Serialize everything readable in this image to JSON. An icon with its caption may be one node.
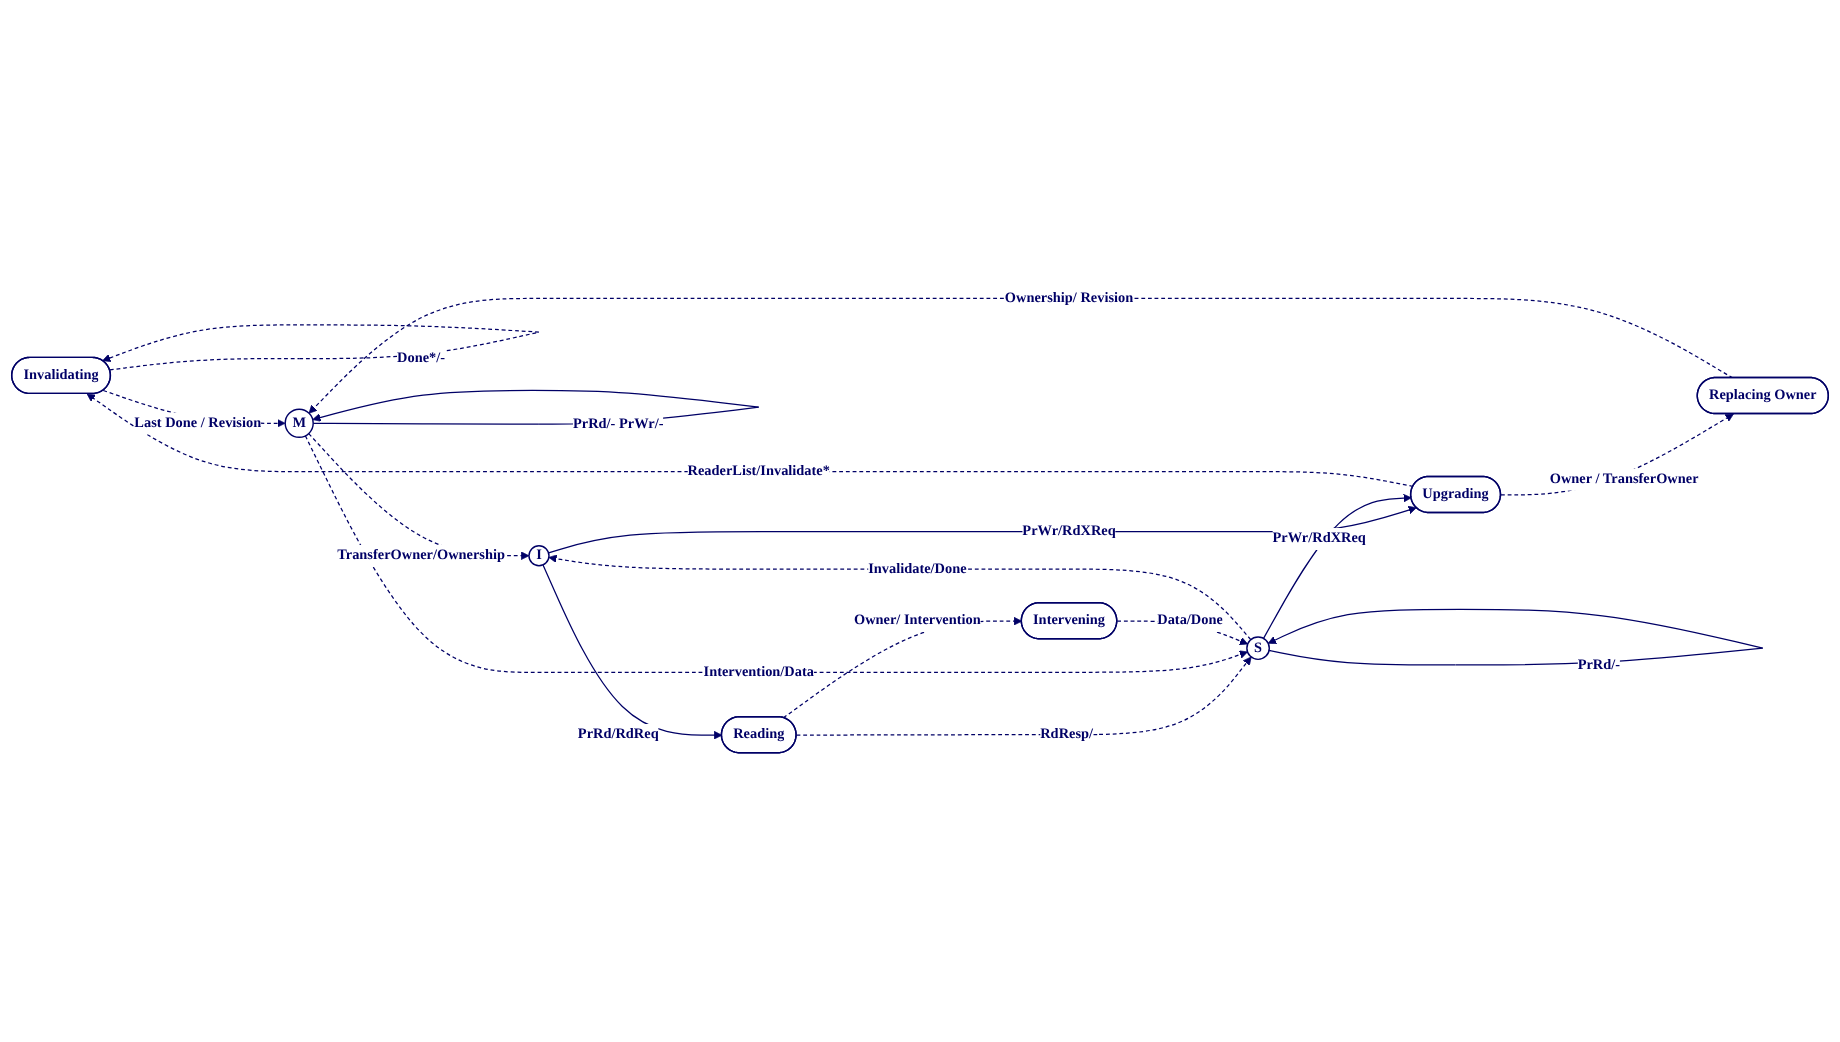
{
  "diagram": {
    "nodes": [
      {
        "text": [
          "Invalidating"
        ]
      },
      {
        "text": [
          "I"
        ]
      },
      {
        "text": [
          "M"
        ]
      },
      {
        "text": [
          "Reading"
        ]
      },
      {
        "text": [
          "Replacing Owner"
        ]
      },
      {
        "text": [
          "Upgrading"
        ]
      },
      {
        "text": [
          "Intervening"
        ]
      },
      {
        "text": [
          "S"
        ]
      }
    ],
    "edges": [
      {
        "from": 2,
        "to": 1,
        "arrow": "to",
        "label": "TransferOwner/Ownership",
        "style": "dashed"
      },
      {
        "from": 0,
        "to": 0,
        "arrow": "to",
        "label": "Done*/-",
        "style": "dashed"
      },
      {
        "from": 2,
        "to": 2,
        "arrow": "to",
        "label": "PrRd/- PrWr/-"
      },
      {
        "from": 0,
        "to": 2,
        "arrow": "to",
        "label": "Last Done / Revision",
        "style": "dashed"
      },
      {
        "from": 1,
        "to": 5,
        "arrow": "to",
        "label": "PrWr/RdXReq"
      },
      {
        "from": 1,
        "to": 3,
        "arrow": "to",
        "label": "PrRd/RdReq"
      },
      {
        "from": 5,
        "to": 0,
        "arrow": "to",
        "label": "ReaderList/Invalidate*",
        "style": "dashed"
      },
      {
        "from": 4,
        "to": 2,
        "arrow": "to",
        "label": "Ownership/ Revision",
        "style": "dashed"
      },
      {
        "from": 5,
        "to": 4,
        "arrow": "to",
        "label": "Owner / TransferOwner",
        "style": "dashed"
      },
      {
        "from": 3,
        "to": 7,
        "arrow": "to",
        "label": "RdResp/-",
        "style": "dashed"
      },
      {
        "from": 3,
        "to": 6,
        "arrow": "to",
        "label": "Owner/ Intervention",
        "style": "dashed"
      },
      {
        "from": 7,
        "to": 5,
        "arrow": "to",
        "label": "PrWr/RdXReq"
      },
      {
        "from": 2,
        "to": 7,
        "arrow": "to",
        "label": "Intervention/Data",
        "style": "dashed"
      },
      {
        "from": 6,
        "to": 7,
        "arrow": "to",
        "label": "Data/Done",
        "style": "dashed"
      },
      {
        "from": 7,
        "to": 1,
        "arrow": "to",
        "label": "Invalidate/Done",
        "style": "dashed"
      },
      {
        "from": 7,
        "to": 7,
        "arrow": "to",
        "label": "PrRd/-"
      }
    ]
  }
}
